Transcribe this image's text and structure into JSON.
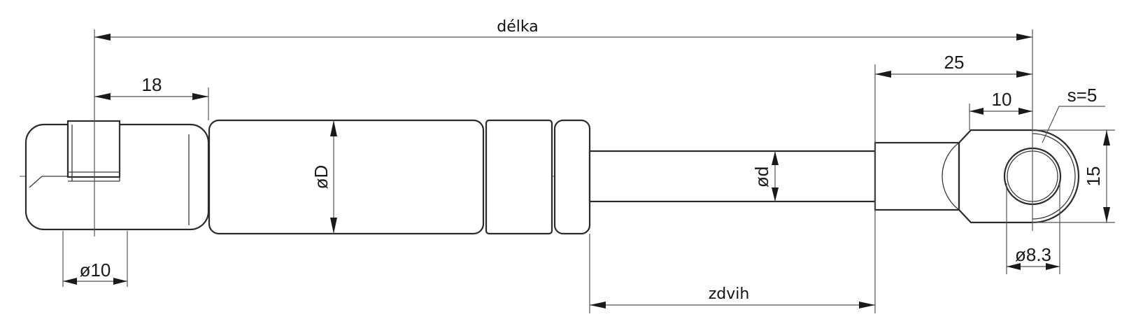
{
  "title": "Gas spring dimension drawing",
  "labels": {
    "overall_length": "délka",
    "stroke": "zdvih",
    "end_fitting_offset": "18",
    "end_fitting_diameter": "ø10",
    "body_diameter": "øD",
    "rod_diameter": "ød",
    "eye_length": "25",
    "eye_center_offset": "10",
    "eye_thickness": "s=5",
    "eye_height": "15",
    "eye_hole_diameter": "ø8.3"
  },
  "colors": {
    "line": "#2b2b2b",
    "background": "#ffffff"
  }
}
